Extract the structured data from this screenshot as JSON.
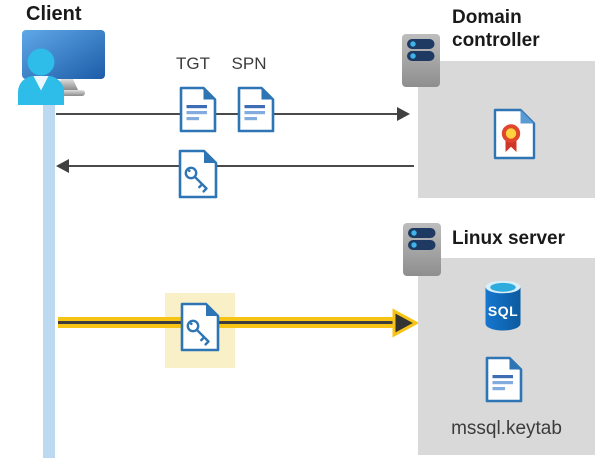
{
  "nodes": {
    "client": {
      "label": "Client"
    },
    "domain_controller": {
      "label": "Domain controller"
    },
    "linux_server": {
      "label": "Linux server"
    }
  },
  "labels": {
    "tgt": "TGT",
    "spn": "SPN",
    "sql": "SQL",
    "keytab": "mssql.keytab"
  },
  "icons": [
    "client-workstation-icon",
    "server-icon",
    "ticket-document-icon",
    "key-file-icon",
    "certificate-icon",
    "sql-database-icon"
  ],
  "colors": {
    "doc_blue": "#2e75b5",
    "doc_line_light": "#82abde",
    "doc_line_dark": "#3e6db5",
    "fold_blue_light": "#5b9bd5",
    "person_cyan": "#2ebce8",
    "timeline_blue": "#bdd9f2",
    "box_gray": "#d9d9d9",
    "arrow_dark": "#404040",
    "accent_yellow": "#f7c315",
    "highlight_yellow": "#faf0c8",
    "server_pill_navy": "#1e3a63",
    "server_dot_blue": "#3eb5ea",
    "sql_blue": "#0c5aa0",
    "sql_top_cyan": "#2facde",
    "cert_ring_red": "#e0452e",
    "cert_center_yellow": "#ffd23e",
    "ribbon_red": "#ce3728"
  }
}
